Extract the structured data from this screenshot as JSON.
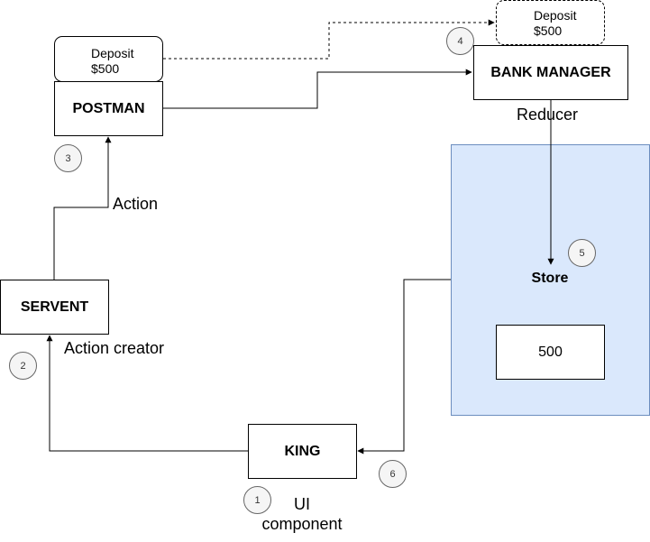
{
  "nodes": {
    "king": "KING",
    "servent": "SERVENT",
    "postman": "POSTMAN",
    "bank_manager": "BANK MANAGER",
    "store_title": "Store",
    "store_value": "500"
  },
  "notes": {
    "postman_note": [
      "Deposit",
      "$500"
    ],
    "bank_note": [
      "Deposit",
      "$500"
    ]
  },
  "labels": {
    "ui_component": [
      "UI",
      "component"
    ],
    "action_creator": "Action creator",
    "action": "Action",
    "reducer": "Reducer"
  },
  "steps": [
    "1",
    "2",
    "3",
    "4",
    "5",
    "6"
  ],
  "colors": {
    "store_fill": "#dae8fc",
    "store_border": "#6c8ebf",
    "step_fill": "#f5f5f5",
    "step_border": "#666666"
  }
}
